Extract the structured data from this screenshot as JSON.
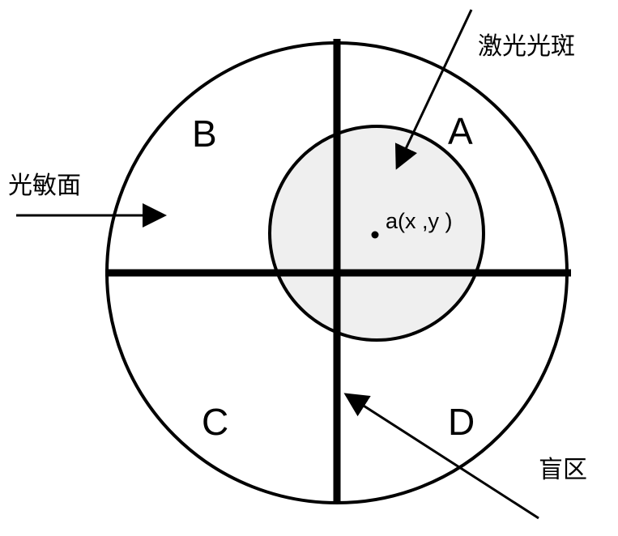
{
  "diagram": {
    "quadrants": {
      "a": "A",
      "b": "B",
      "c": "C",
      "d": "D"
    },
    "labels": {
      "laser_spot": "激光光斑",
      "photosensitive_surface": "光敏面",
      "blind_zone": "盲区",
      "point": "a(x ,y )"
    },
    "colors": {
      "stroke": "#000000",
      "spot_fill": "#efefef",
      "background": "#ffffff"
    }
  }
}
